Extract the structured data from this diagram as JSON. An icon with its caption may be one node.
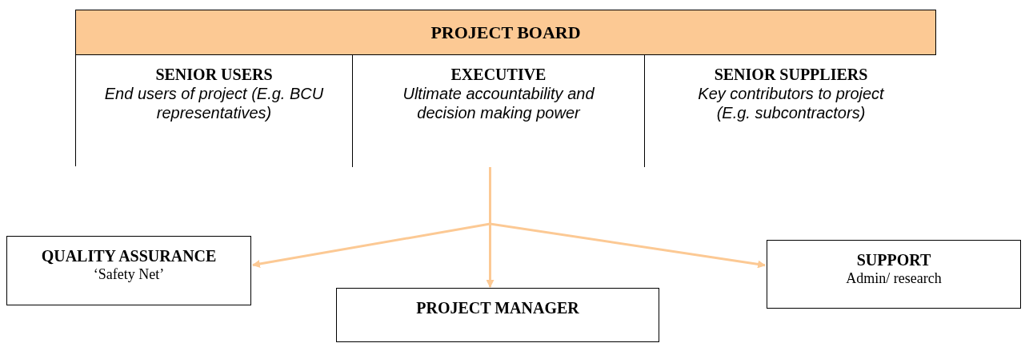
{
  "diagram": {
    "nodes": [
      {
        "text": [
          "PROJECT BOARD"
        ]
      },
      {
        "text": [
          "SENIOR USERS",
          "End users of project (E.g. BCU representatives)"
        ],
        "in": 0
      },
      {
        "text": [
          "EXECUTIVE",
          "Ultimate accountability and decision making power"
        ],
        "in": 0
      },
      {
        "text": [
          "SENIOR SUPPLIERS",
          "Key contributors to project (E.g. subcontractors)"
        ],
        "in": 0
      },
      {
        "text": [
          "QUALITY ASSURANCE",
          "‘Safety Net’"
        ]
      },
      {
        "text": [
          "PROJECT MANAGER"
        ]
      },
      {
        "text": [
          "SUPPORT",
          "Admin/ research"
        ]
      }
    ],
    "edges": [
      {
        "from": 2,
        "to": 4,
        "arrow": "to"
      },
      {
        "from": 2,
        "to": 5,
        "arrow": "to"
      },
      {
        "from": 2,
        "to": 6,
        "arrow": "to"
      }
    ]
  }
}
